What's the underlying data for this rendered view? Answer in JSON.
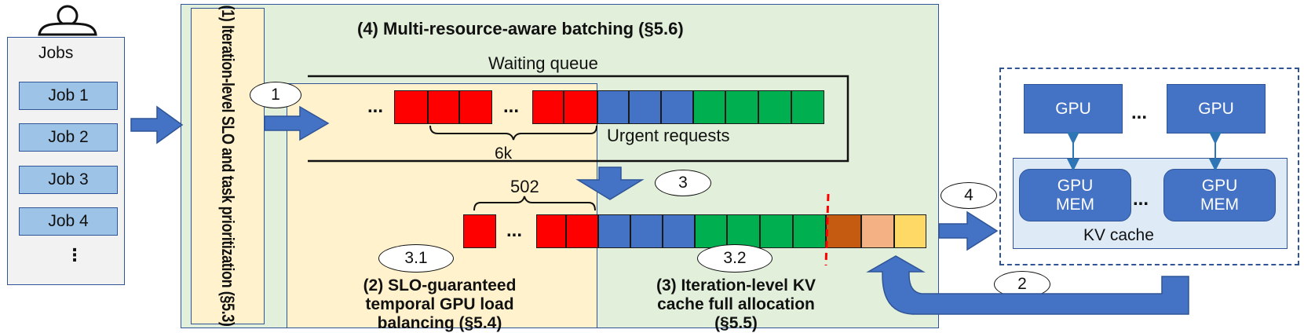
{
  "jobs_panel": {
    "title": "Jobs",
    "jobs": [
      "Job 1",
      "Job 2",
      "Job 3",
      "Job 4"
    ],
    "more": "⋮"
  },
  "stage1": {
    "label": "(1) Iteration-level SLO and task prioritization (§5.3)"
  },
  "stage4": {
    "label": "(4) Multi-resource-aware batching (§5.6)"
  },
  "queue": {
    "title": "Waiting queue",
    "ellipsis": "...",
    "brace_label": "6k",
    "urgent_label": "Urgent requests"
  },
  "batch": {
    "brace_label": "502",
    "ellipsis": "..."
  },
  "stage2": {
    "label_line1": "(2) SLO-guaranteed",
    "label_line2": "temporal GPU load",
    "label_line3": "balancing (§5.4)"
  },
  "stage3": {
    "label_line1": "(3) Iteration-level KV",
    "label_line2": "cache full allocation",
    "label_line3": "(§5.5)"
  },
  "steps": {
    "s1": "1",
    "s2": "2",
    "s3": "3",
    "s31": "3.1",
    "s32": "3.2",
    "s4": "4"
  },
  "cluster": {
    "gpu_label": "GPU",
    "gpu_dots": "...",
    "mem_line1": "GPU",
    "mem_line2": "MEM",
    "mem_dots": "...",
    "kv_label": "KV cache"
  },
  "colors": {
    "urgent_red": "#ff0000",
    "request_blue": "#4472c4",
    "request_green": "#00b050",
    "kv_orange": "#c55a11",
    "kv_salmon": "#f4b183",
    "kv_yellow": "#ffd966",
    "panel_green": "#e2efda",
    "panel_cream": "#fff2cc",
    "cache_blue": "#deebf7"
  }
}
